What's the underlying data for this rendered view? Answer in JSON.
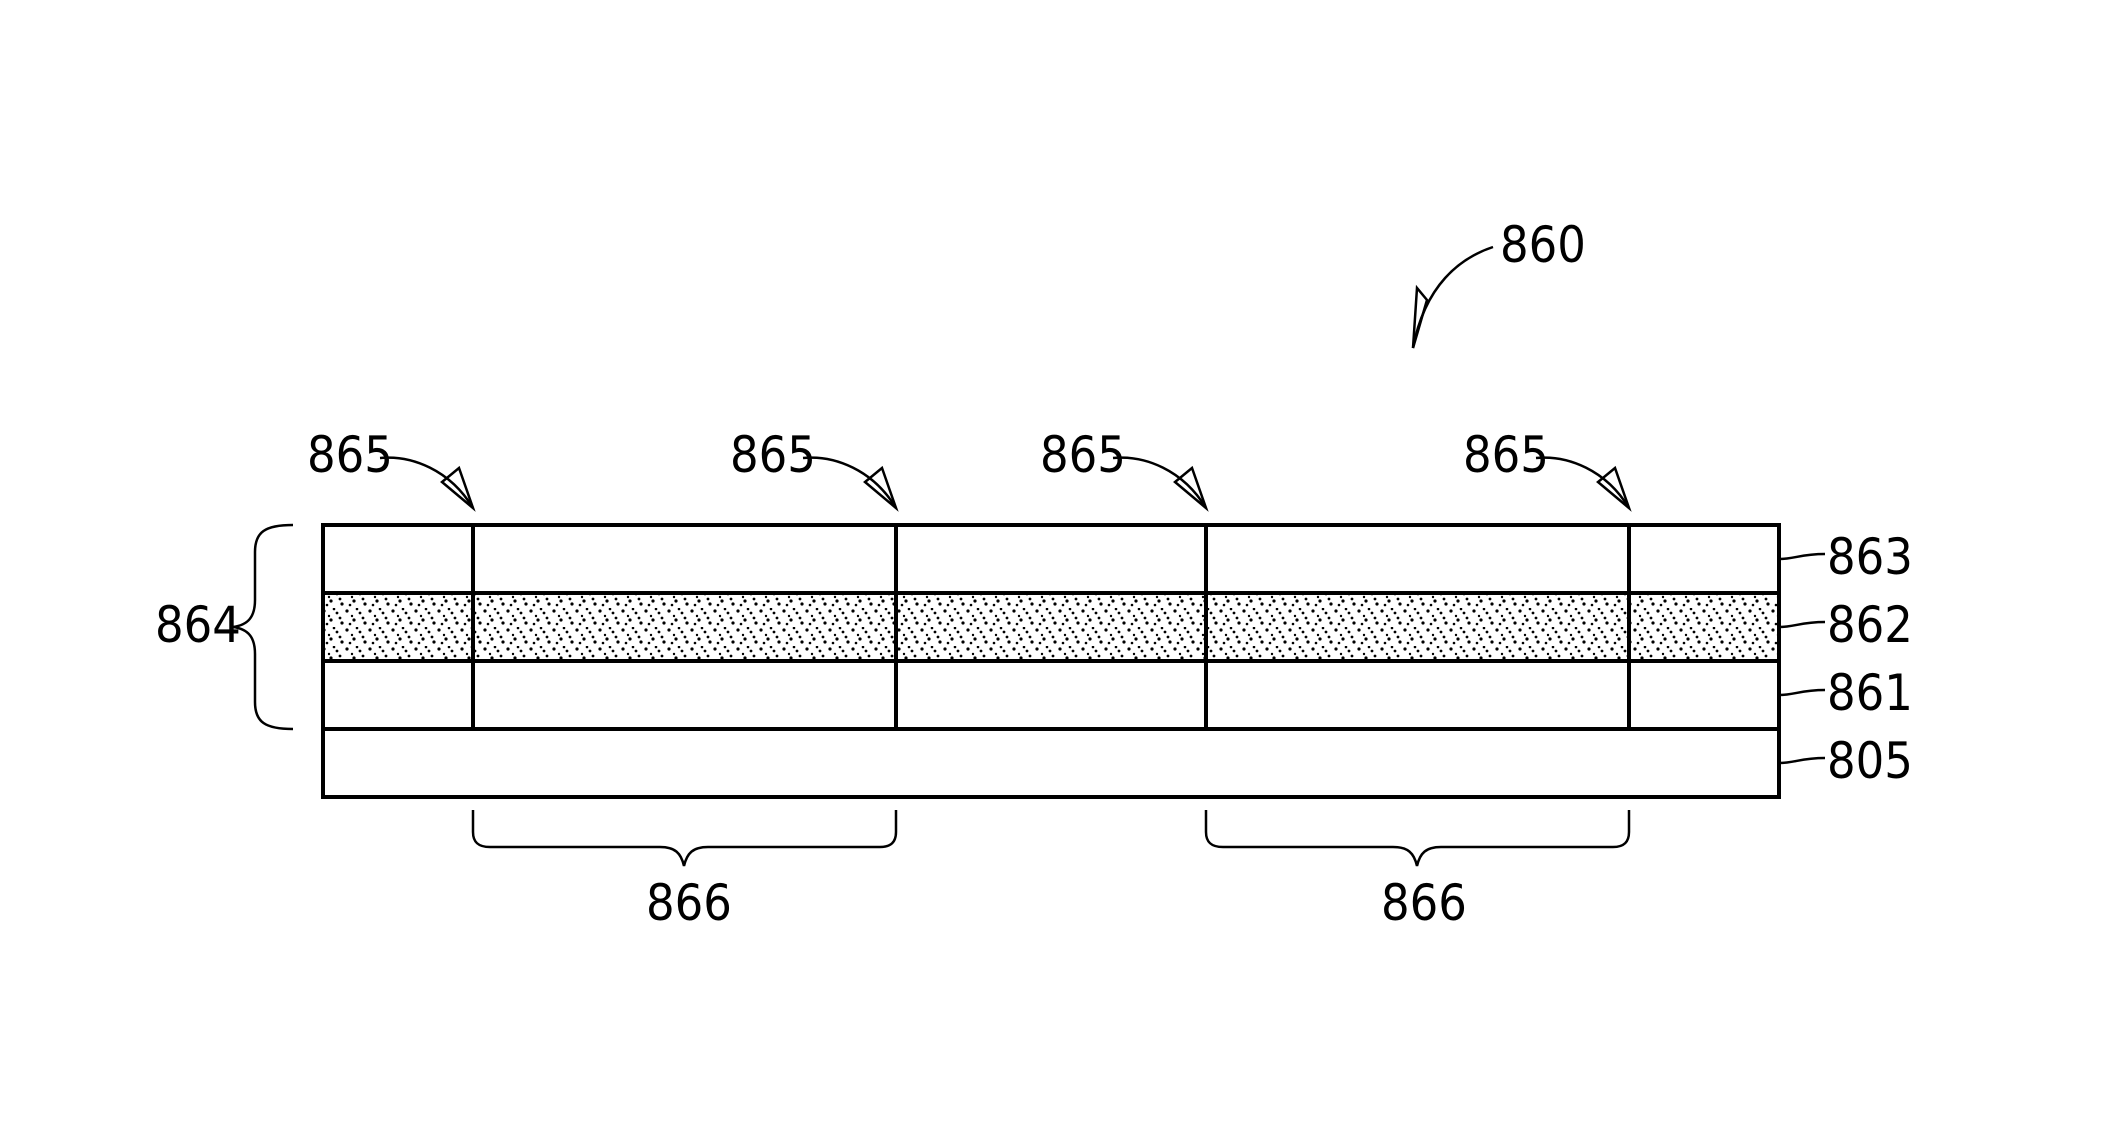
{
  "figure": {
    "assembly_label": "860",
    "layer_stack_label": "864",
    "layers": [
      {
        "id": "top",
        "label": "863",
        "pattern": "plain"
      },
      {
        "id": "middle",
        "label": "862",
        "pattern": "stipple"
      },
      {
        "id": "bottom",
        "label": "861",
        "pattern": "plain"
      },
      {
        "id": "substrate",
        "label": "805",
        "pattern": "plain"
      }
    ],
    "separators": [
      {
        "label": "865"
      },
      {
        "label": "865"
      },
      {
        "label": "865"
      },
      {
        "label": "865"
      }
    ],
    "regions": [
      {
        "label": "866"
      },
      {
        "label": "866"
      }
    ],
    "colors": {
      "line": "#000000",
      "background": "#ffffff"
    }
  }
}
